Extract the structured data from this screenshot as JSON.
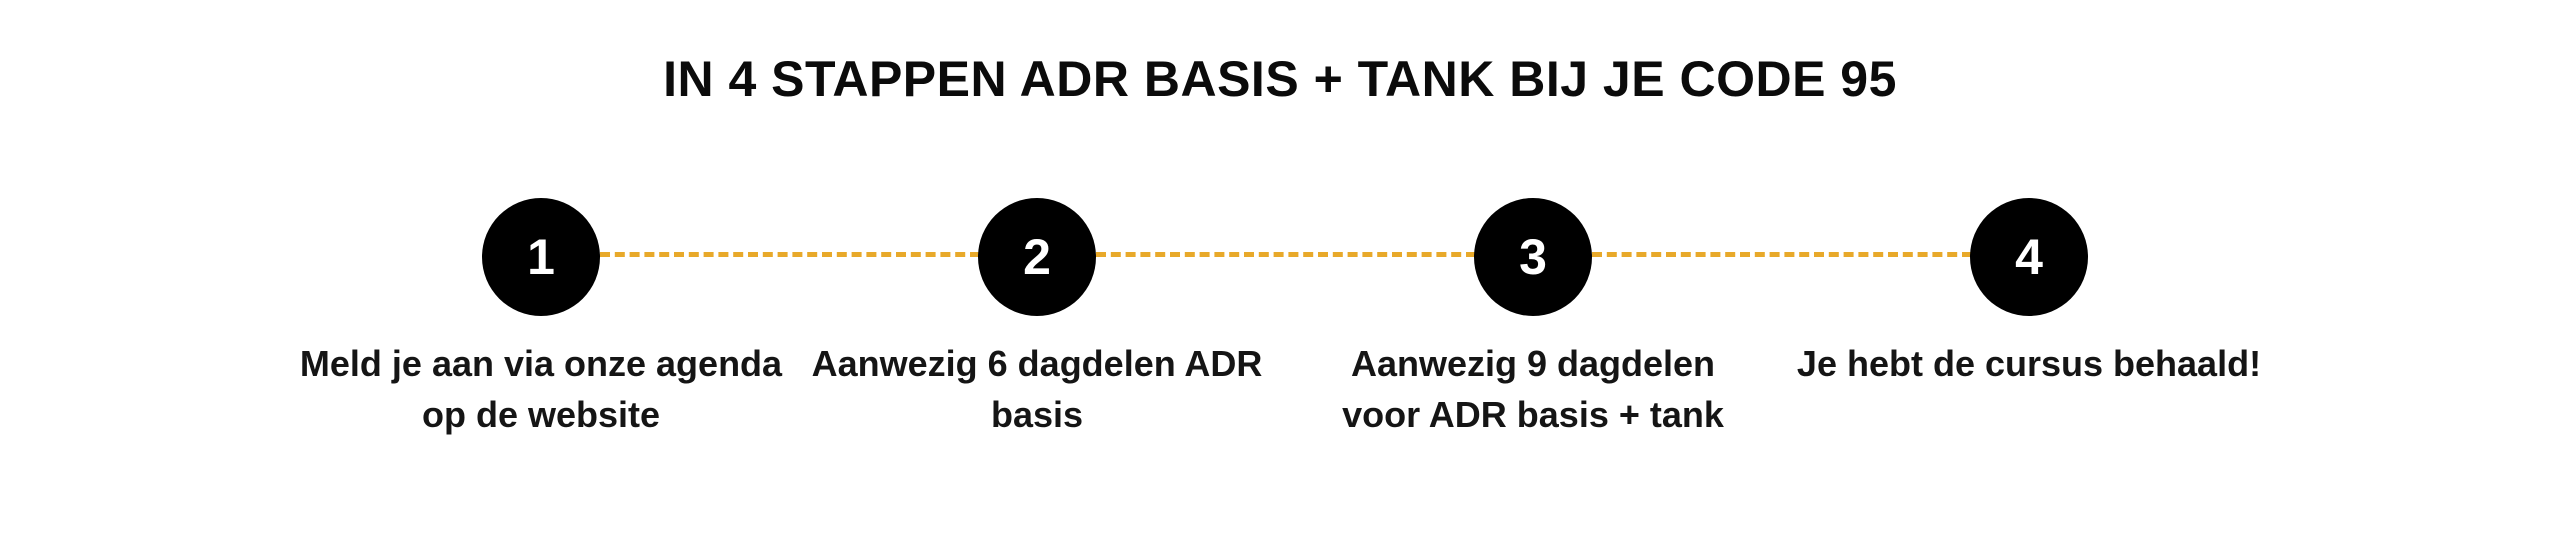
{
  "title": "IN 4 STAPPEN ADR BASIS + TANK BIJ JE CODE 95",
  "steps": [
    {
      "number": "1",
      "line1": "Meld je aan via onze agenda",
      "line2": "op de website"
    },
    {
      "number": "2",
      "line1": "Aanwezig 6 dagdelen ADR",
      "line2": "basis"
    },
    {
      "number": "3",
      "line1": "Aanwezig 9 dagdelen",
      "line2": "voor ADR basis + tank"
    },
    {
      "number": "4",
      "line1": "Je hebt de cursus behaald!",
      "line2": ""
    }
  ],
  "colors": {
    "circle": "#000000",
    "connector": "#e8a92a",
    "text": "#111111"
  }
}
